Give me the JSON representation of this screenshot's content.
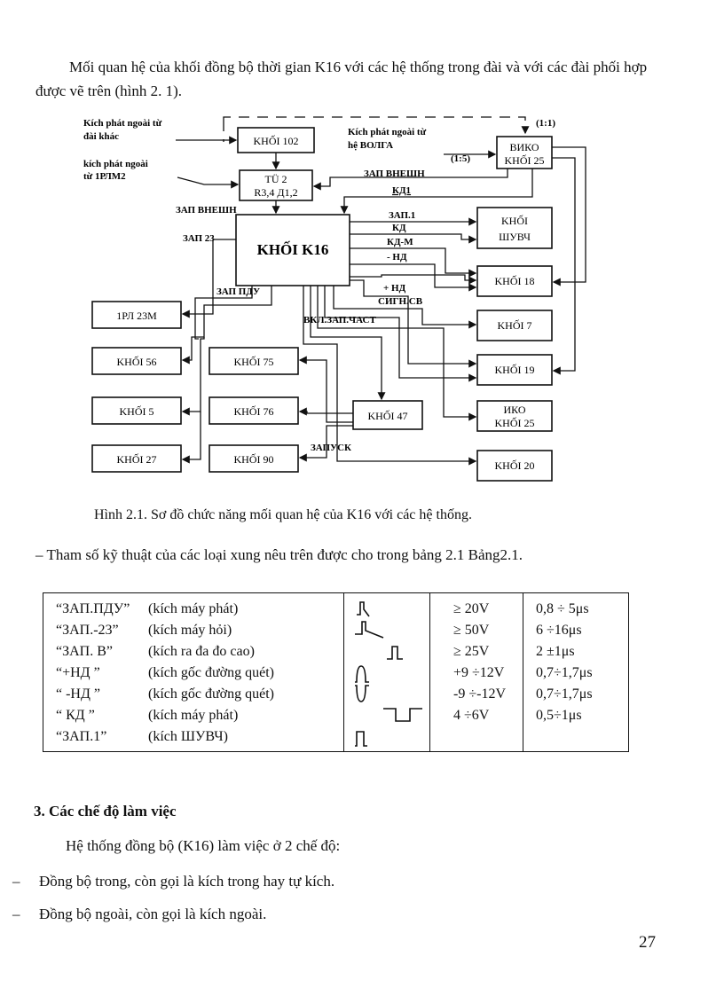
{
  "intro": "Mối quan hệ của khối đồng bộ thời gian K16 với các hệ thống trong đài và với các đài phối hợp được vẽ trên (hình 2. 1).",
  "diagram": {
    "k16": "KHỐI K16",
    "k102": "KHỐI 102",
    "tu2_a": "TÜ 2",
    "tu2_b": "R3,4 Д1,2",
    "viko_a": "ВИКО",
    "viko_b": "KHỐI 25",
    "shuvch_a": "KHỐI",
    "shuvch_b": "ШУВЧ",
    "k18": "KHỐI 18",
    "k7": "KHỐI 7",
    "k19": "KHỐI 19",
    "iko_a": "ИКО",
    "iko_b": "KHỐI 25",
    "k20": "KHỐI 20",
    "rp": "1РЛ 23M",
    "k56": "KHỐI 56",
    "k5": "KHỐI 5",
    "k27": "KHỐI 27",
    "k75": "KHỐI 75",
    "k76": "KHỐI 76",
    "k90": "KHỐI 90",
    "k47": "KHỐI 47",
    "ext1_a": "Kích phát ngoài từ",
    "ext1_b": "đài khác",
    "ext2_a": "kích phát ngoài",
    "ext2_b": "từ 1РЛМ2",
    "ext3_a": "Kích phát ngoài từ",
    "ext3_b": "hệ ВОЛГА",
    "r11": "(1:1)",
    "r15": "(1:5)",
    "zap_vn1": "ЗАП ВНЕШН",
    "zap_vn2": "ЗАП ВНЕШН",
    "kd1": "КД1",
    "zap23": "ЗАП 23",
    "zap1": "ЗАП.1",
    "kd": "КД",
    "kdm": "КД-М",
    "nd_minus": "- НД",
    "nd_plus": "+ НД",
    "sign": "СИГН.СВ",
    "zappdu": "ЗАП ПДУ",
    "vkl": "ВКЛ.ЗАП.ЧАСТ",
    "zapusk": "ЗАПУСК"
  },
  "caption": "Hình 2.1. Sơ đồ chức năng mối quan hệ của K16 với các hệ thống.",
  "table_intro": "– Tham số kỹ thuật của các loại xung nêu trên được cho trong bảng 2.1 Bảng2.1.",
  "table": {
    "rows": [
      {
        "name": "“ЗАП.ПДУ”",
        "desc": "(kích máy phát)",
        "amp": "≥ 20V",
        "width": "0,8 ÷ 5μs"
      },
      {
        "name": "“ЗАП.-23”",
        "desc": "(kích máy hỏi)",
        "amp": "≥ 50V",
        "width": "6 ÷16μs"
      },
      {
        "name": "“ЗАП. В”",
        "desc": "(kích ra đa đo cao)",
        "amp": "≥ 25V",
        "width": "2 ±1μs"
      },
      {
        "name": "“+НД ”",
        "desc": "(kích gốc đường quét)",
        "amp": "+9 ÷12V",
        "width": "0,7÷1,7μs"
      },
      {
        "name": "“ -НД ”",
        "desc": "(kích gốc đường quét)",
        "amp": "-9 ÷-12V",
        "width": "0,7÷1,7μs"
      },
      {
        "name": "“ КД ”",
        "desc": "(kích máy phát)",
        "amp": "4 ÷6V",
        "width": "0,5÷1μs"
      },
      {
        "name": "“ЗАП.1”",
        "desc": "(kích ШУВЧ)",
        "amp": "",
        "width": ""
      }
    ]
  },
  "section_title": "3. Các chế độ làm việc",
  "modes_intro": "Hệ thống đồng bộ (K16) làm việc ở 2 chế độ:",
  "dash": "–",
  "modes": [
    "Đồng bộ trong, còn gọi là kích trong hay tự kích.",
    "Đồng bộ ngoài, còn gọi là kích ngoài."
  ],
  "page_number": "27"
}
